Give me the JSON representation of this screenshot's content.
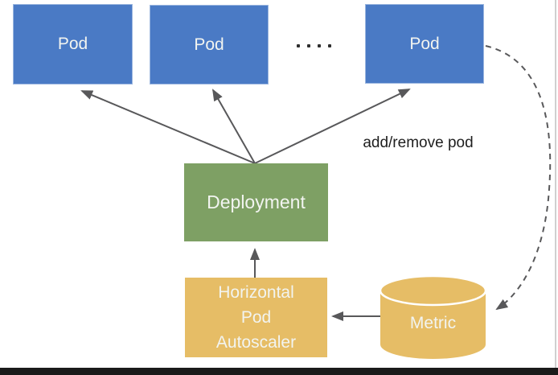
{
  "diagram": {
    "pods": [
      {
        "label": "Pod"
      },
      {
        "label": "Pod"
      },
      {
        "label": "Pod"
      }
    ],
    "ellipsis_dots": 4,
    "deployment": {
      "label": "Deployment"
    },
    "hpa": {
      "label": "Horizontal Pod Autoscaler",
      "lines": [
        "Horizontal",
        "Pod",
        "Autoscaler"
      ]
    },
    "metric": {
      "label": "Metric"
    },
    "annotation": {
      "label": "add/remove pod"
    },
    "colors": {
      "pod_fill": "#4a7ac5",
      "deployment_fill": "#7ea064",
      "gold_fill": "#e6bd66",
      "arrow": "#58585a",
      "node_text": "#f2f4f0",
      "annotation_text": "#1e1e1e",
      "bottom_bar": "#1a1a1a",
      "edge_line": "#d0d0d0",
      "dot_color": "#2e2e2e"
    }
  }
}
